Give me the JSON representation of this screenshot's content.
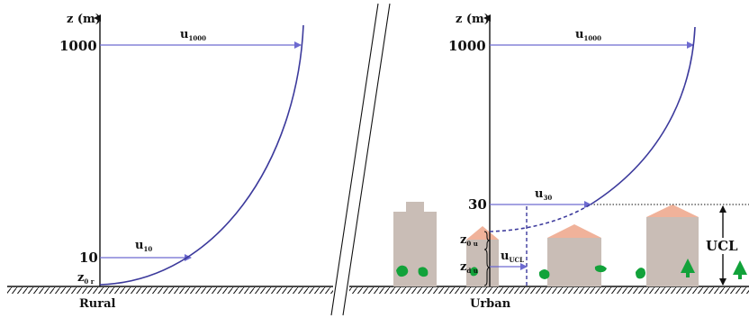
{
  "colors": {
    "profile": "#3c3a9c",
    "arrow": "#6d6ad0",
    "building": "#c9bdb6",
    "roof": "#f0b29a",
    "tree": "#12a23a",
    "ground": "#111111"
  },
  "rural": {
    "axis_label": "z (m)",
    "ticks": [
      "1000",
      "10"
    ],
    "u1000": {
      "main": "u",
      "sub": "1000"
    },
    "u10": {
      "main": "u",
      "sub": "10"
    },
    "z0": {
      "main": "z",
      "sub": "0 r"
    },
    "ground_label": "Rural"
  },
  "urban": {
    "axis_label": "z (m)",
    "ticks": [
      "1000",
      "30"
    ],
    "u1000": {
      "main": "u",
      "sub": "1000"
    },
    "u30": {
      "main": "u",
      "sub": "30"
    },
    "uucl": {
      "main": "u",
      "sub": "UCL"
    },
    "z0u": {
      "main": "z",
      "sub": "0 u"
    },
    "zdu": {
      "main": "z",
      "sub": "d u"
    },
    "ucl_label": "UCL",
    "ground_label": "Urban"
  }
}
